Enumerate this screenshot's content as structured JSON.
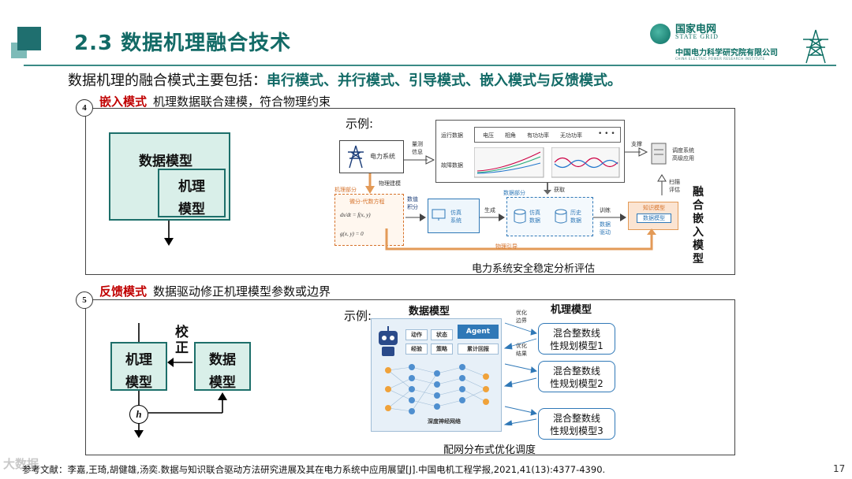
{
  "header": {
    "title": "2.3 数据机理融合技术",
    "logo_cn": "国家电网",
    "logo_en": "STATE GRID",
    "logo_cepri": "中国电力科学研究院有限公司",
    "logo_cepri_en": "CHINA ELECTRIC POWER RESEARCH INSTITUTE"
  },
  "subtitle": {
    "prefix": "数据机理的融合模式主要包括：",
    "modes": "串行模式、并行模式、引导模式、嵌入模式与反馈模式。"
  },
  "panel4": {
    "number": "4",
    "mode_name": "嵌入模式",
    "mode_desc": "机理数据联合建模，符合物理约束",
    "outer_box": "数据模型",
    "inner_box_line1": "机理",
    "inner_box_line2": "模型",
    "example_label": "示例:",
    "power_system": "电力系统",
    "measure_label_1": "量测",
    "measure_label_2": "信息",
    "run_data": "运行数据",
    "run_items": [
      "电压",
      "相角",
      "有功功率",
      "无功功率",
      "• • •"
    ],
    "fault_data": "故障数据",
    "support": "支撑",
    "dispatch_1": "调度系统",
    "dispatch_2": "高级应用",
    "scan_1": "扫描",
    "scan_2": "评估",
    "physical_model": "物理建模",
    "acquire": "获取",
    "mech_part": "机理部分",
    "data_part": "数据部分",
    "diff_eq": "微分-代数方程",
    "eq1": "dx/dt = f(x, y)",
    "eq2": "g(x, y) = 0",
    "numeric_1": "数值",
    "numeric_2": "积分",
    "sim_1": "仿真",
    "sim_2": "系统",
    "generate": "生成",
    "sim_data_1": "仿真",
    "sim_data_2": "数据",
    "hist_data_1": "历史",
    "hist_data_2": "数据",
    "train": "训练",
    "data_driven_1": "数据",
    "data_driven_2": "驱动",
    "knowledge_model": "知识模型",
    "data_model_small": "数据模型",
    "physics_guide": "物理引导",
    "caption": "电力系统安全稳定分析评估",
    "vertical_label": [
      "融",
      "合",
      "嵌",
      "入",
      "模",
      "型"
    ]
  },
  "panel5": {
    "number": "5",
    "mode_name": "反馈模式",
    "mode_desc": "数据驱动修正机理模型参数或边界",
    "mech_box_line1": "机理",
    "mech_box_line2": "模型",
    "data_box_line1": "数据",
    "data_box_line2": "模型",
    "calibrate_1": "校",
    "calibrate_2": "正",
    "h_symbol": "h",
    "example_label": "示例:",
    "data_model_title": "数据模型",
    "mech_model_title": "机理模型",
    "agent": "Agent",
    "agent_buttons": [
      "动作",
      "状态",
      "经验",
      "策略",
      "累计回报"
    ],
    "dnn": "深度神经网络",
    "optimize_boundary_1": "优化",
    "optimize_boundary_2": "边界",
    "optimize_result_1": "优化",
    "optimize_result_2": "结果",
    "models": [
      {
        "line1": "混合整数线",
        "line2": "性规划模型1"
      },
      {
        "line1": "混合整数线",
        "line2": "性规划模型2"
      },
      {
        "line1": "混合整数线",
        "line2": "性规划模型3"
      }
    ],
    "caption": "配网分布式优化调度"
  },
  "footer": {
    "reference": "参考文献：李嘉,王琦,胡健雄,汤奕.数据与知识联合驱动方法研究进展及其在电力系统中应用展望[J].中国电机工程学报,2021,41(13):4377-4390.",
    "page": "17",
    "watermark": "大数据"
  },
  "colors": {
    "teal": "#126a66",
    "red": "#c00000",
    "orange": "#d6722a",
    "blue": "#2f78b7"
  }
}
